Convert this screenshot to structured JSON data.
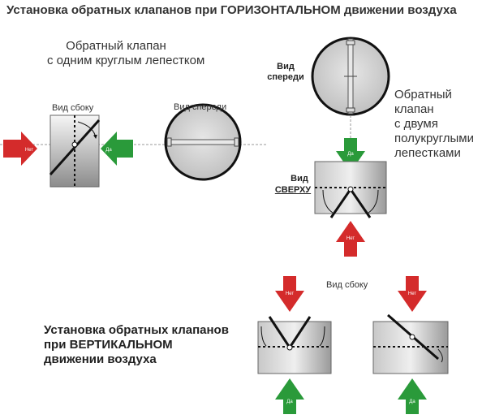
{
  "title": "Установка обратных клапанов при ГОРИЗОНТАЛЬНОМ движении воздуха",
  "left_caption": "Обратный клапан\nс одним круглым лепестком",
  "right_caption": "Обратный\nклапан\nс двумя\nполукруглыми\nлепестками",
  "vertical_title": "Установка обратных клапанов\nпри ВЕРТИКАЛЬНОМ\nдвижении воздуха",
  "labels": {
    "side_view": "Вид сбоку",
    "front_view": "Вид спереди",
    "front_view_2l": "Вид\nспереди",
    "top_view_word": "Вид",
    "top_view_upper": "СВЕРХУ",
    "side_view_lower": "Вид сбоку"
  },
  "arrow_labels": {
    "forbidden": "Нет",
    "allowed": "Да"
  },
  "colors": {
    "forbidden_arrow": "#d42b2b",
    "allowed_arrow": "#2a9a3a",
    "blade": "#111111",
    "box_light": "#f2f2f2",
    "box_dark": "#8e8e8e",
    "circle_fill": "#d9d9d9"
  }
}
